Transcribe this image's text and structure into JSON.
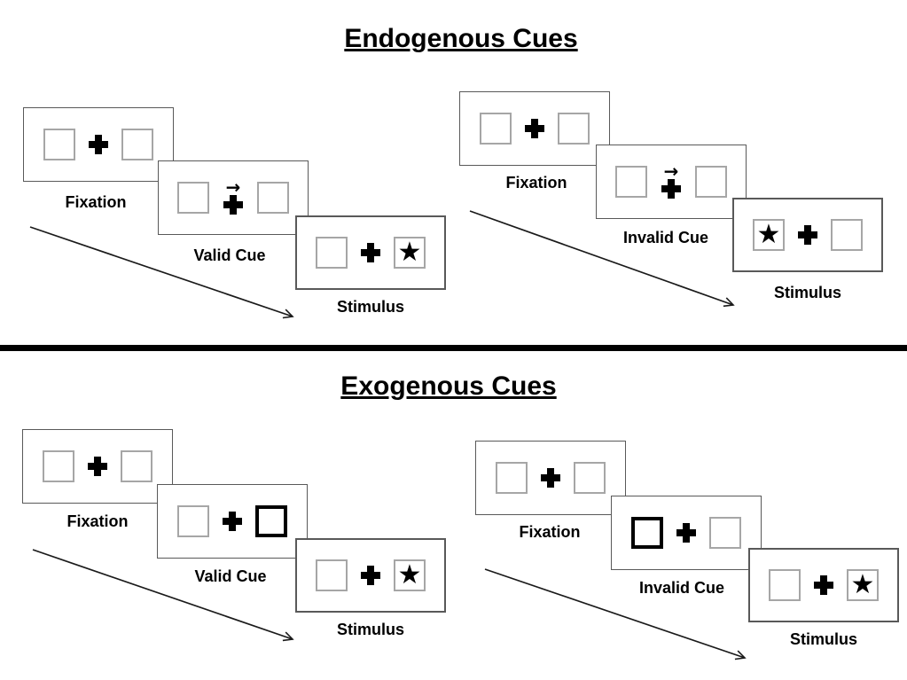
{
  "colors": {
    "background": "#ffffff",
    "ink": "#000000",
    "panel_border": "#595959",
    "placeholder_square_border": "#a6a6a6",
    "bold_cue_square_border": "#000000"
  },
  "icons": {
    "star_glyph": "★",
    "cue_arrow_glyph": "→"
  },
  "sections": [
    {
      "title": "Endogenous Cues",
      "trials": [
        {
          "name": "valid",
          "frames": [
            {
              "label": "Fixation",
              "kind": "fixation"
            },
            {
              "label": "Valid Cue",
              "kind": "arrow_cue",
              "arrow_direction": "right"
            },
            {
              "label": "Stimulus",
              "kind": "stimulus",
              "star_position": "right"
            }
          ]
        },
        {
          "name": "invalid",
          "frames": [
            {
              "label": "Fixation",
              "kind": "fixation"
            },
            {
              "label": "Invalid Cue",
              "kind": "arrow_cue",
              "arrow_direction": "right"
            },
            {
              "label": "Stimulus",
              "kind": "stimulus",
              "star_position": "left"
            }
          ]
        }
      ]
    },
    {
      "title": "Exogenous Cues",
      "trials": [
        {
          "name": "valid",
          "frames": [
            {
              "label": "Fixation",
              "kind": "fixation"
            },
            {
              "label": "Valid Cue",
              "kind": "bold_square_cue",
              "bold_square": "right"
            },
            {
              "label": "Stimulus",
              "kind": "stimulus",
              "star_position": "right"
            }
          ]
        },
        {
          "name": "invalid",
          "frames": [
            {
              "label": "Fixation",
              "kind": "fixation"
            },
            {
              "label": "Invalid Cue",
              "kind": "bold_square_cue",
              "bold_square": "left"
            },
            {
              "label": "Stimulus",
              "kind": "stimulus",
              "star_position": "right"
            }
          ]
        }
      ]
    }
  ]
}
